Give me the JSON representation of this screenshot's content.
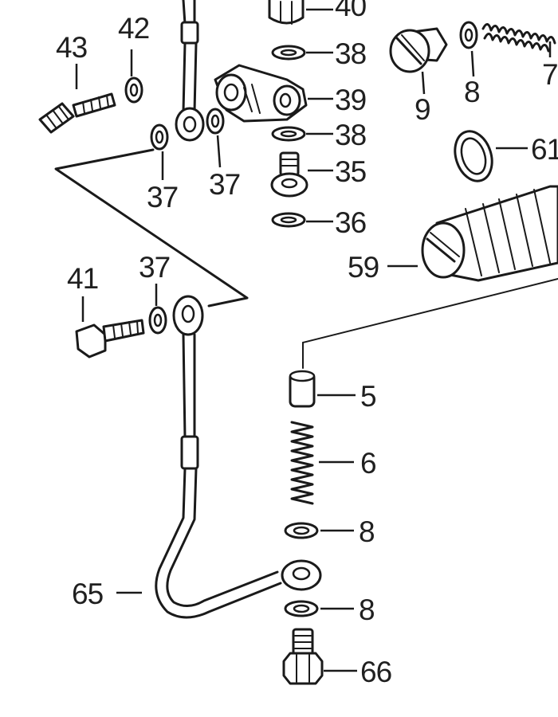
{
  "callouts": {
    "c43": "43",
    "c42": "42",
    "c40": "40",
    "c38a": "38",
    "c39": "39",
    "c38b": "38",
    "c35": "35",
    "c36": "36",
    "c37a": "37",
    "c37b": "37",
    "c37c": "37",
    "c41": "41",
    "c9": "9",
    "c8a": "8",
    "c7": "7",
    "c61": "61",
    "c59": "59",
    "c5": "5",
    "c6": "6",
    "c8b": "8",
    "c8c": "8",
    "c65": "65",
    "c66": "66"
  }
}
